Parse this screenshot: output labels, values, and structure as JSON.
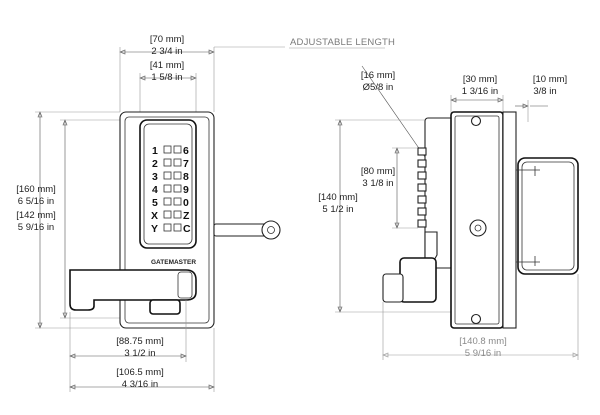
{
  "product": {
    "brand": "GATEMASTER"
  },
  "keypad": {
    "left_column": [
      "1",
      "2",
      "3",
      "4",
      "5",
      "X",
      "Y"
    ],
    "right_column": [
      "6",
      "7",
      "8",
      "9",
      "0",
      "Z",
      "C"
    ]
  },
  "front_view": {
    "overall_width": {
      "mm": "[70 mm]",
      "in": "2 3/4 in"
    },
    "keypad_width": {
      "mm": "[41 mm]",
      "in": "1 5/8 in"
    },
    "overall_height": {
      "mm": "[160 mm]",
      "in": "6 5/16 in"
    },
    "keypad_height": {
      "mm": "[142 mm]",
      "in": "5 9/16 in"
    },
    "handle_reach": {
      "mm": "[88.75 mm]",
      "in": "3 1/2 in"
    },
    "overall_reach": {
      "mm": "[106.5 mm]",
      "in": "4 3/16 in"
    },
    "adjustable_length": "ADJUSTABLE LENGTH"
  },
  "side_view": {
    "hole_diameter": {
      "mm": "[16 mm]",
      "in": "Ø5/8 in"
    },
    "body_depth": {
      "mm": "[30 mm]",
      "in": "1 3/16 in"
    },
    "plate_thickness": {
      "mm": "[10 mm]",
      "in": "3/8 in"
    },
    "buttons_height": {
      "mm": "[80 mm]",
      "in": "3 1/8 in"
    },
    "mount_height": {
      "mm": "[140 mm]",
      "in": "5 1/2 in"
    },
    "overall_depth": {
      "mm": "[140.8 mm]",
      "in": "5 9/16 in"
    }
  },
  "colors": {
    "line": "#222222",
    "text": "#222222",
    "grey_text": "#8a8a8a"
  }
}
